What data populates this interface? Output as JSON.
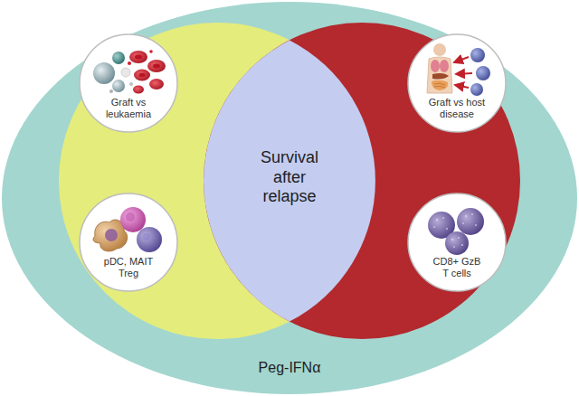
{
  "diagram": {
    "nodes": [
      {
        "text": [
          "Peg-IFNα"
        ]
      },
      {
        "text": [
          "Graft vs leukaemia"
        ],
        "in": 0
      },
      {
        "text": [
          "pDC, MAIT Treg"
        ],
        "in": 0
      },
      {
        "text": [
          "Survival after relapse"
        ],
        "in": 0
      },
      {
        "text": [
          "Graft vs host disease"
        ],
        "in": 0
      },
      {
        "text": [
          "CD8+ GzB T cells"
        ],
        "in": 0
      }
    ]
  }
}
